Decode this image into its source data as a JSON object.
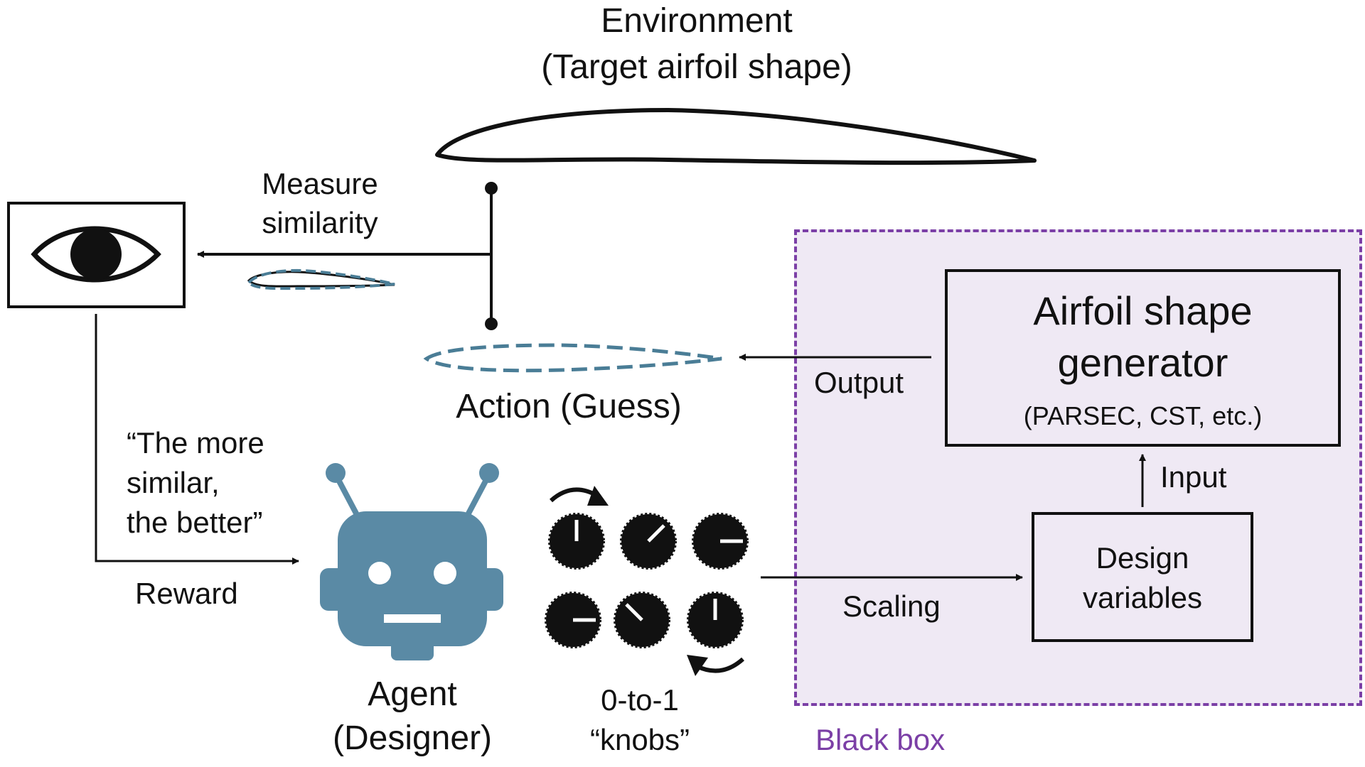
{
  "environment": {
    "title": "Environment",
    "subtitle": "(Target airfoil shape)"
  },
  "observer": {
    "measure_label_line1": "Measure",
    "measure_label_line2": "similarity"
  },
  "action": {
    "label": "Action (Guess)"
  },
  "reward": {
    "quote_line1": "“The more",
    "quote_line2": "similar,",
    "quote_line3": "the better”",
    "label": "Reward"
  },
  "agent": {
    "label_line1": "Agent",
    "label_line2": "(Designer)"
  },
  "knobs": {
    "label_line1": "0-to-1",
    "label_line2": "“knobs”"
  },
  "black_box": {
    "label": "Black box",
    "generator_line1": "Airfoil shape",
    "generator_line2": "generator",
    "generator_line3": "(PARSEC, CST, etc.)",
    "output_label": "Output",
    "input_label": "Input",
    "design_vars_line1": "Design",
    "design_vars_line2": "variables",
    "scaling_label": "Scaling"
  },
  "colors": {
    "agent": "#5a8aa5",
    "guess_dash": "#4a7d96",
    "blackbox_fill": "#efe9f4",
    "blackbox_border": "#7b3fa6",
    "blackbox_text": "#7b3fa6"
  },
  "icons": [
    "eye-icon",
    "robot-icon",
    "knob-icon",
    "rotate-arrow-icon"
  ]
}
